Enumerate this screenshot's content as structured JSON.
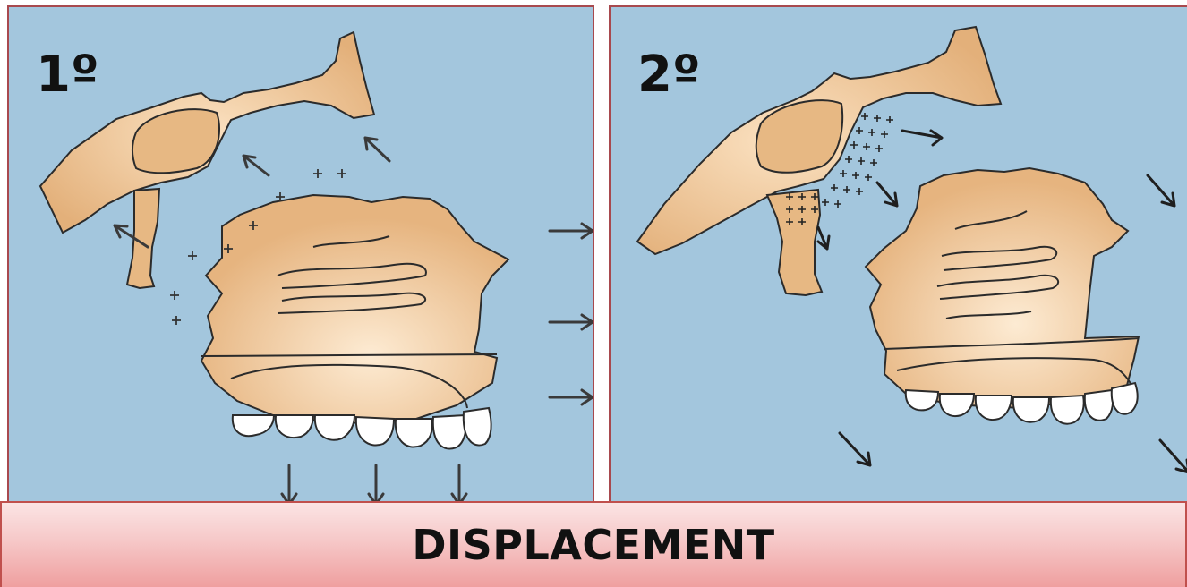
{
  "panels": [
    {
      "label": "1º"
    },
    {
      "label": "2º"
    }
  ],
  "caption": "DISPLACEMENT",
  "colors": {
    "background": "#a3c6dd",
    "bone": "#e7b883",
    "bone_light": "#f8dcb8",
    "outline": "#2b2b2b",
    "panel_border": "#a8494e",
    "caption_band": "#f3b6b6",
    "caption_border": "#c0504d"
  }
}
